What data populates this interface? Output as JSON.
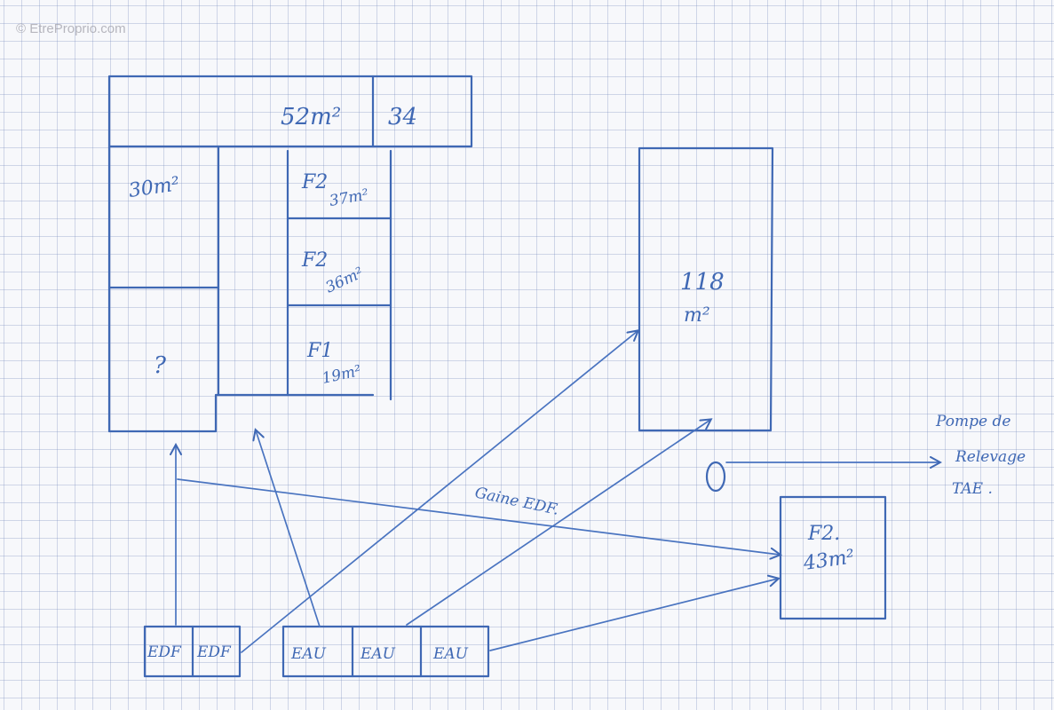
{
  "watermark": "© EtreProprio.com",
  "building": {
    "top_area": "52m²",
    "top_small": "34",
    "left_upper_area": "30m²",
    "left_lower": "?",
    "apt1_type": "F2",
    "apt1_area": "37m²",
    "apt2_type": "F2",
    "apt2_area": "36m²",
    "apt3_type": "F1",
    "apt3_area": "19m²"
  },
  "right_block": {
    "line1": "118",
    "line2": "m²"
  },
  "small_block": {
    "type": "F2.",
    "area": "43m²"
  },
  "pump": {
    "line1": "Pompe de",
    "line2": "Relevage",
    "line3": "TAE ."
  },
  "gaine_label": "Gaine EDF.",
  "meters": {
    "edf1": "EDF",
    "edf2": "EDF",
    "eau1": "EAU",
    "eau2": "EAU",
    "eau3": "EAU"
  },
  "colors": {
    "ink": "#3f68b4",
    "grid": "#8c9bc6",
    "paper": "#f7f8fb"
  }
}
